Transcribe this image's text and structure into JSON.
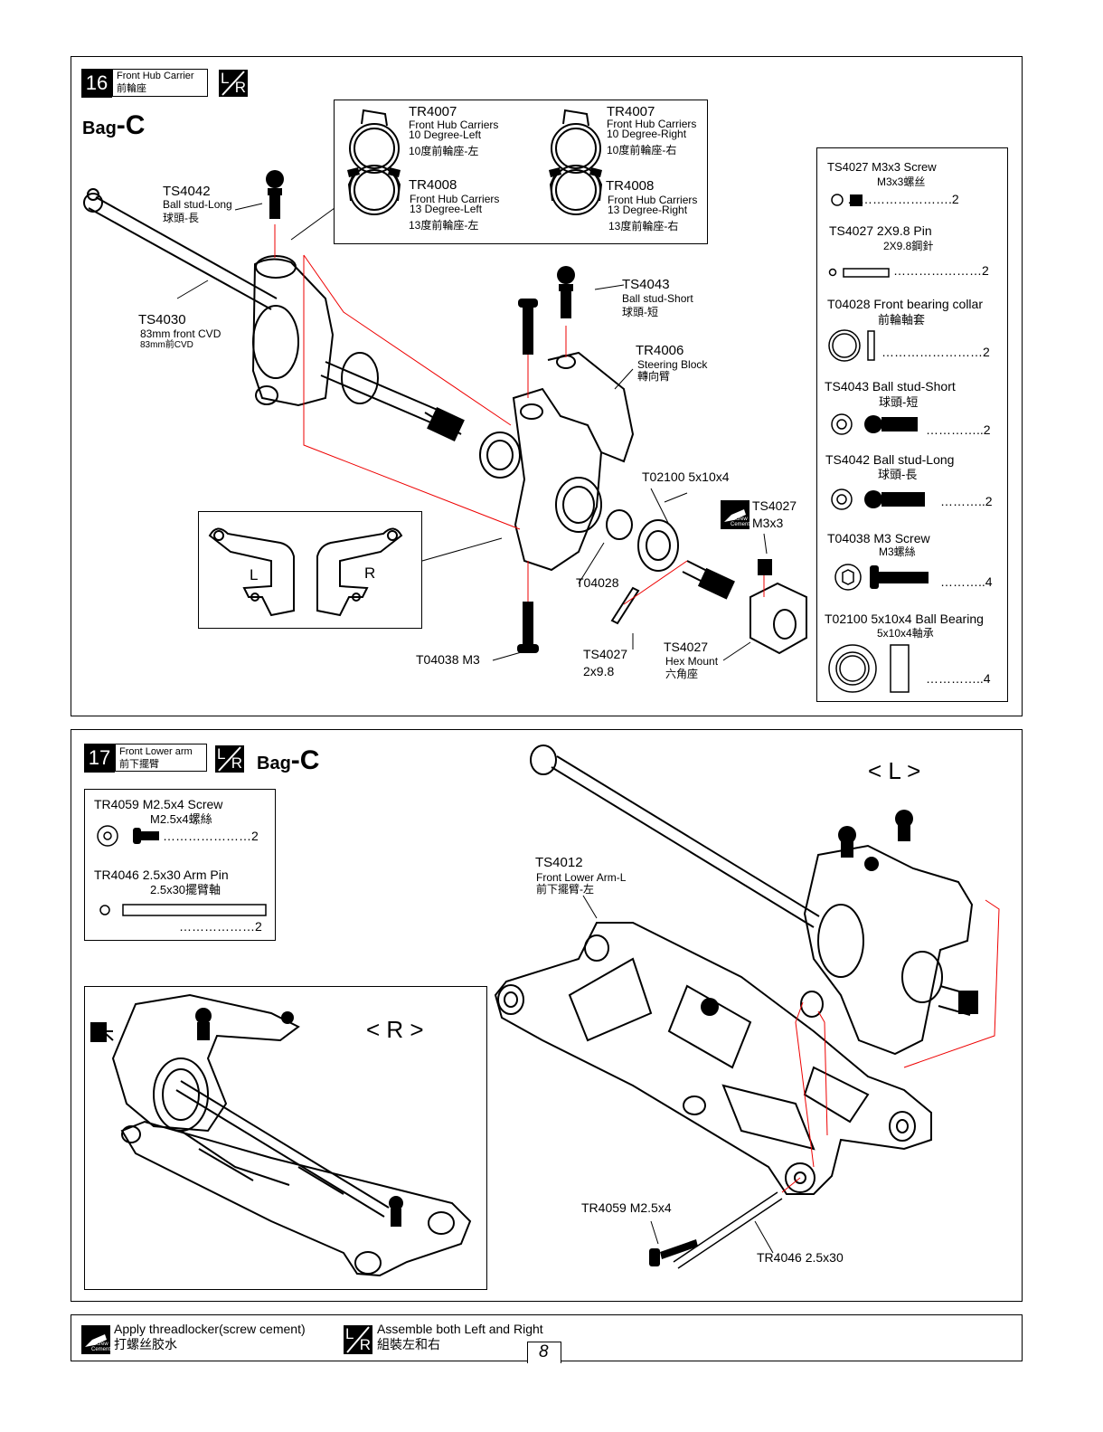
{
  "step16": {
    "num": "16",
    "title_en": "Front Hub Carrier",
    "title_cn": "前輪座",
    "lr_l": "L",
    "lr_r": "R",
    "bag_prefix": "Bag",
    "bag_letter": "-C",
    "hub_box": {
      "a_code": "TR4007",
      "a_en1": "Front Hub Carriers",
      "a_en2": "10 Degree-Left",
      "a_cn": "10度前輪座-左",
      "b_code": "TR4007",
      "b_en1": "Front Hub Carriers",
      "b_en2": "10 Degree-Right",
      "b_cn": "10度前輪座-右",
      "c_code": "TR4008",
      "c_en1": "Front Hub Carriers",
      "c_en2": "13 Degree-Left",
      "c_cn": "13度前輪座-左",
      "d_code": "TR4008",
      "d_en1": "Front Hub Carriers",
      "d_en2": "13 Degree-Right",
      "d_cn": "13度前輪座-右"
    },
    "callouts": {
      "ts4042_code": "TS4042",
      "ts4042_en": "Ball stud-Long",
      "ts4042_cn": "球頭-長",
      "ts4030_code": "TS4030",
      "ts4030_en": "83mm front CVD",
      "ts4030_cn": "83mm前CVD",
      "ts4043_code": "TS4043",
      "ts4043_en": "Ball stud-Short",
      "ts4043_cn": "球頭-短",
      "tr4006_code": "TR4006",
      "tr4006_en": "Steering Block",
      "tr4006_cn": "轉向臂",
      "t02100": "T02100 5x10x4",
      "ts4027_code": "TS4027",
      "ts4027_size": "M3x3",
      "t04028": "T04028",
      "t04038": "T04038  M3",
      "ts4027b_code": "TS4027",
      "ts4027b_size": "2x9.8",
      "ts4027c_code": "TS4027",
      "ts4027c_en": "Hex Mount",
      "ts4027c_cn": "六角座",
      "inset_l": "L",
      "inset_r": "R",
      "screw_icon_1": "Screw",
      "screw_icon_2": "Cement"
    },
    "parts": [
      {
        "name": "TS4027 M3x3 Screw",
        "cn": "M3x3螺丝",
        "qty": "…………………….2"
      },
      {
        "name": "TS4027 2X9.8  Pin",
        "cn": "2X9.8鋼針",
        "qty": "…………………2"
      },
      {
        "name": "T04028 Front bearing collar",
        "cn": "前輪軸套",
        "qty": "……………………2"
      },
      {
        "name": "TS4043 Ball stud-Short",
        "cn": "球頭-短",
        "qty": "…………..2"
      },
      {
        "name": "TS4042 Ball stud-Long",
        "cn": "球頭-長",
        "qty": "………..2"
      },
      {
        "name": "T04038 M3 Screw",
        "cn": "M3螺絲",
        "qty": "………..4"
      },
      {
        "name": "T02100 5x10x4 Ball Bearing",
        "cn": "5x10x4軸承",
        "qty": "…………..4"
      }
    ]
  },
  "step17": {
    "num": "17",
    "title_en": "Front Lower arm",
    "title_cn": "前下擺臂",
    "lr_l": "L",
    "lr_r": "R",
    "bag_prefix": "Bag",
    "bag_letter": "-C",
    "parts": [
      {
        "name": "TR4059  M2.5x4 Screw",
        "cn": "M2.5x4螺絲",
        "qty": "…………………2"
      },
      {
        "name": "TR4046  2.5x30 Arm Pin",
        "cn": "2.5x30擺臂軸",
        "qty": "………………2"
      }
    ],
    "view_r": "< R >",
    "view_l": "< L >",
    "ts4012_code": "TS4012",
    "ts4012_en": "Front Lower Arm-L",
    "ts4012_cn": "前下擺臂-左",
    "tr4059": "TR4059 M2.5x4",
    "tr4046": "TR4046 2.5x30"
  },
  "footer": {
    "screw_label": "Apply threadlocker(screw cement)",
    "screw_cn": "打螺丝胶水",
    "lr_label": "Assemble both Left and Right",
    "lr_cn": "組裝左和右",
    "page": "8",
    "icon_1": "Screw",
    "icon_2": "Cement"
  }
}
